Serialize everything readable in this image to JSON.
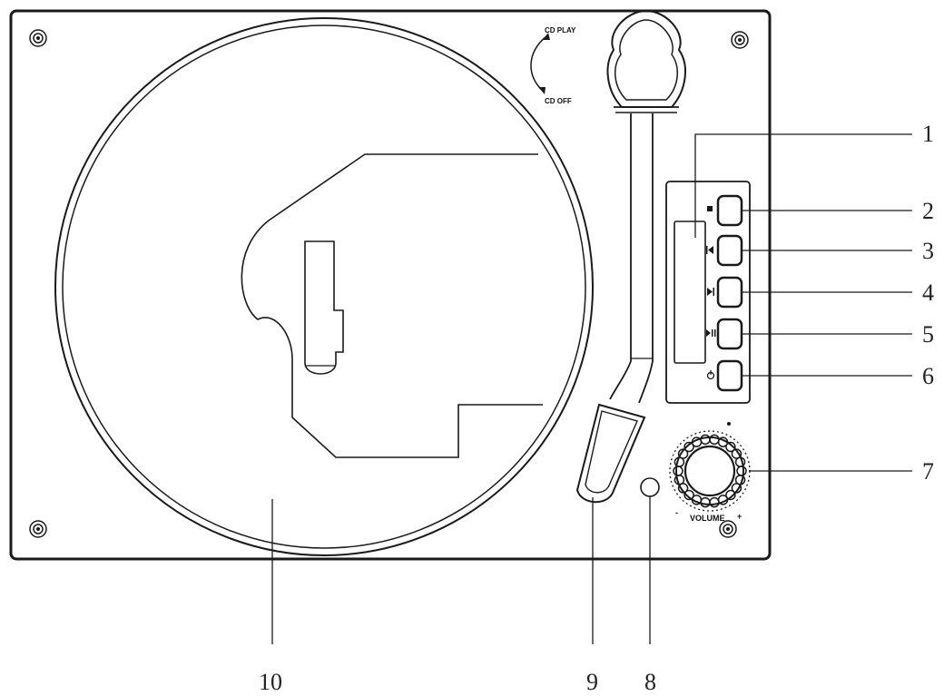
{
  "labels": {
    "cd_play": "CD PLAY",
    "cd_off": "CD OFF",
    "volume": "VOLUME",
    "minus": "-",
    "plus": "+"
  },
  "callouts": [
    {
      "id": "display",
      "number": "1"
    },
    {
      "id": "stop-button",
      "number": "2"
    },
    {
      "id": "skip-back-button",
      "number": "3"
    },
    {
      "id": "skip-forward-button",
      "number": "4"
    },
    {
      "id": "play-pause-button",
      "number": "5"
    },
    {
      "id": "power-button",
      "number": "6"
    },
    {
      "id": "volume-knob",
      "number": "7"
    },
    {
      "id": "indicator-light",
      "number": "8"
    },
    {
      "id": "tonearm-handle",
      "number": "9"
    },
    {
      "id": "platter",
      "number": "10"
    }
  ],
  "colors": {
    "line": "#1a1a1a",
    "background": "#ffffff"
  }
}
